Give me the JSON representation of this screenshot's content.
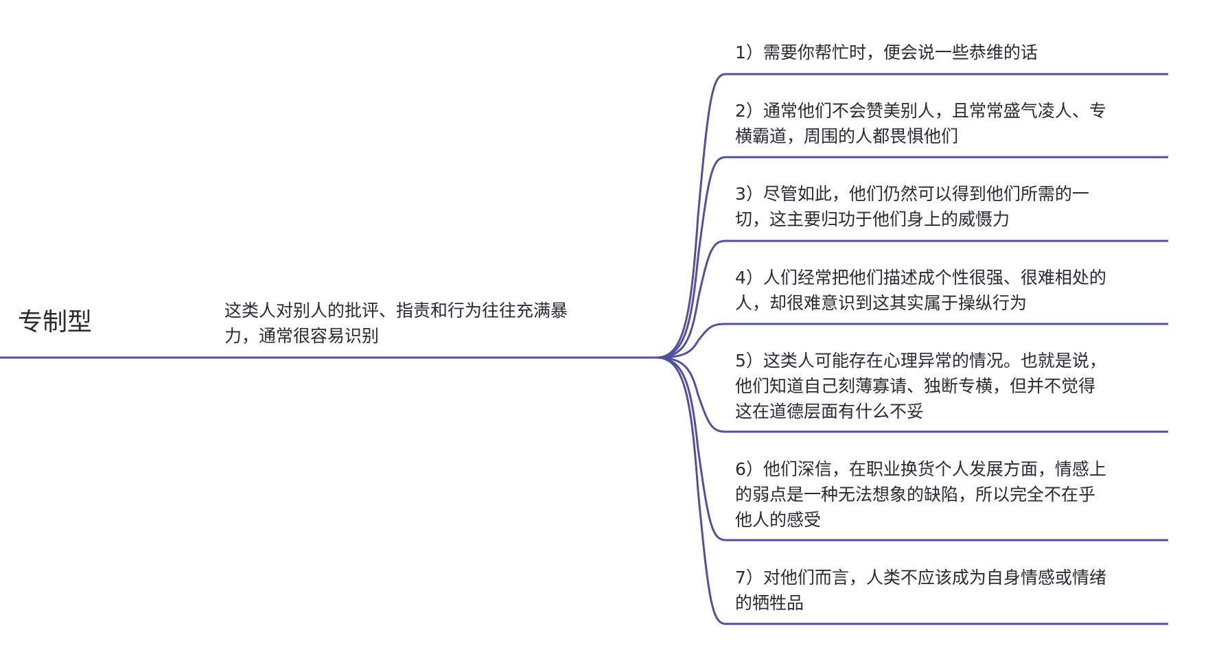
{
  "colors": {
    "line": "#5050a2",
    "text": "#2a2a36"
  },
  "root": {
    "label": "专制型"
  },
  "main": {
    "lines": [
      "这类人对别人的批评、指责和行为往往充满暴",
      "力，通常很容易识别"
    ]
  },
  "items": [
    {
      "lines": [
        "1）需要你帮忙时，便会说一些恭维的话"
      ]
    },
    {
      "lines": [
        "2）通常他们不会赞美别人，且常常盛气凌人、专",
        "横霸道，周围的人都畏惧他们"
      ]
    },
    {
      "lines": [
        "3）尽管如此，他们仍然可以得到他们所需的一",
        "切，这主要归功于他们身上的威慑力"
      ]
    },
    {
      "lines": [
        "4）人们经常把他们描述成个性很强、很难相处的",
        "人，却很难意识到这其实属于操纵行为"
      ]
    },
    {
      "lines": [
        "5）这类人可能存在心理异常的情况。也就是说，",
        "他们知道自己刻薄寡请、独断专横，但并不觉得",
        "这在道德层面有什么不妥"
      ]
    },
    {
      "lines": [
        "6）他们深信，在职业换货个人发展方面，情感上",
        "的弱点是一种无法想象的缺陷，所以完全不在乎",
        "他人的感受"
      ]
    },
    {
      "lines": [
        "7）对他们而言，人类不应该成为自身情感或情绪",
        "的牺牲品"
      ]
    }
  ]
}
